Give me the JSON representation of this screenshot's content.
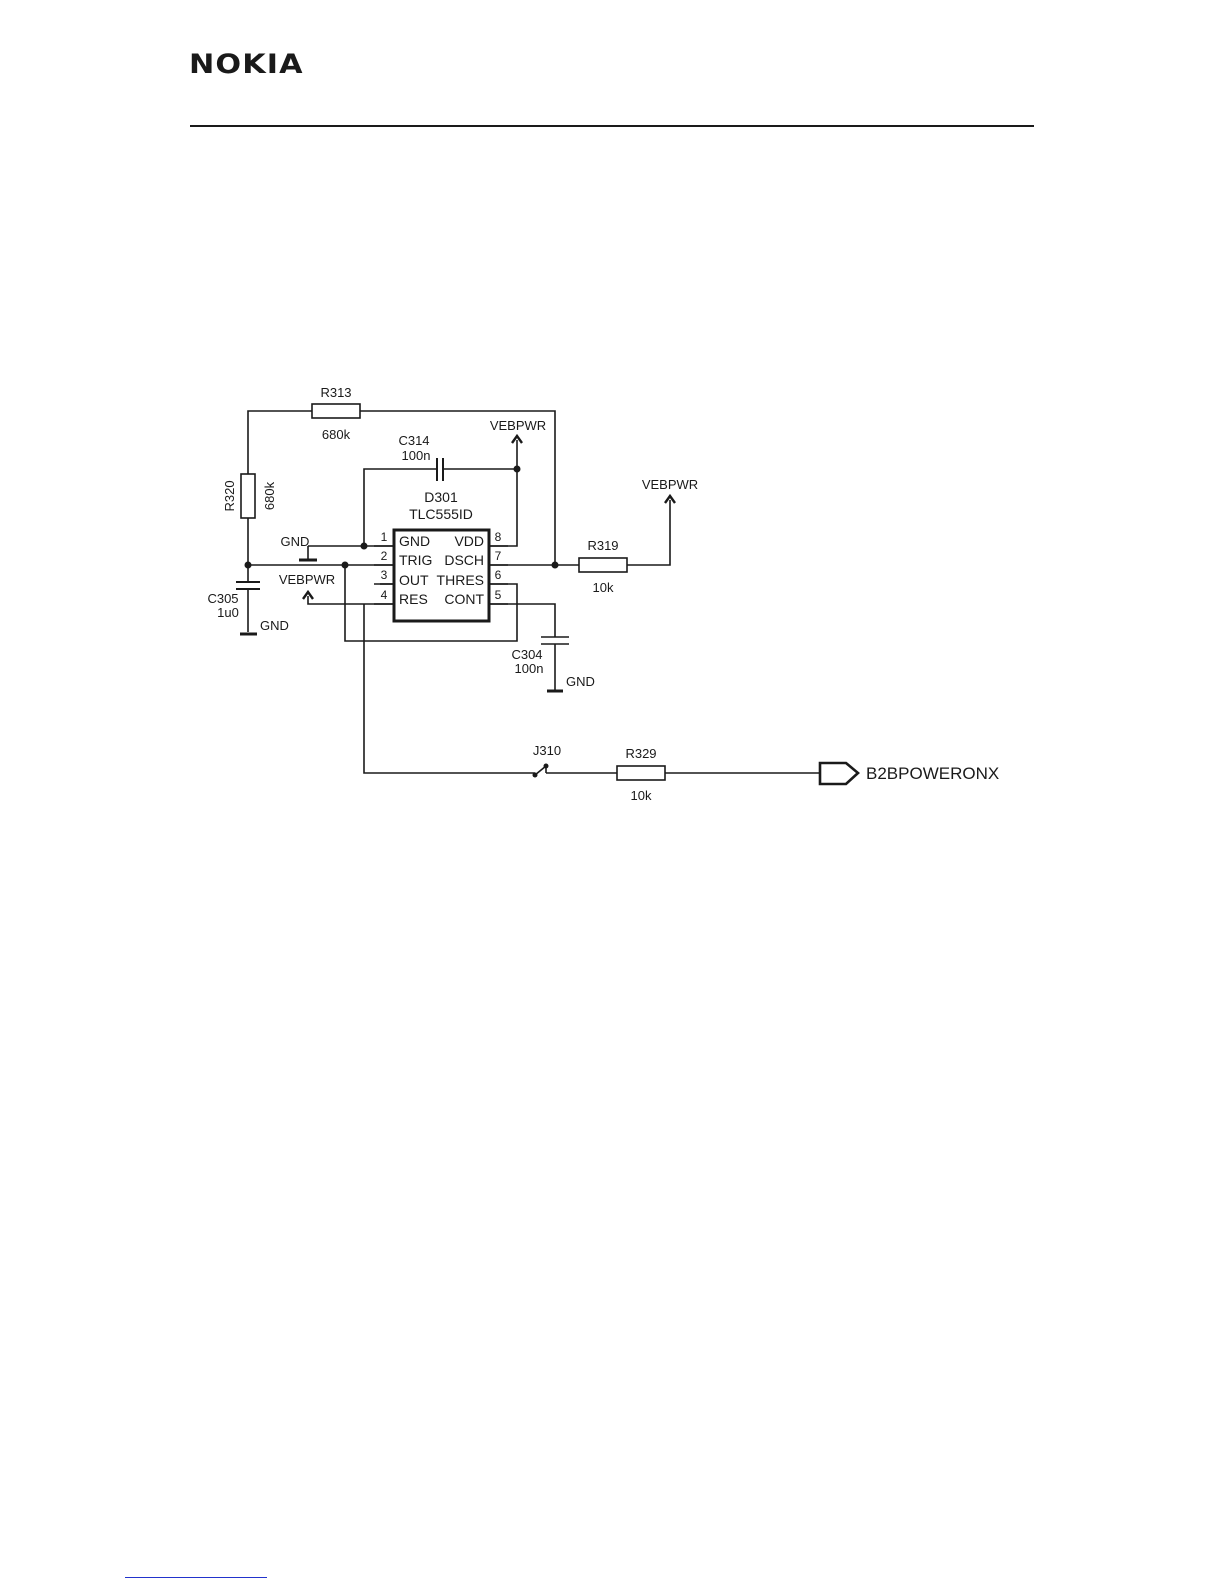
{
  "header": {
    "logo": "NOKIA"
  },
  "schematic": {
    "r313": {
      "ref": "R313",
      "value": "680k"
    },
    "r320": {
      "ref": "R320",
      "value": "680k"
    },
    "c314": {
      "ref": "C314",
      "value": "100n"
    },
    "c305": {
      "ref": "C305",
      "value": "1u0"
    },
    "c304": {
      "ref": "C304",
      "value": "100n"
    },
    "r319": {
      "ref": "R319",
      "value": "10k"
    },
    "r329": {
      "ref": "R329",
      "value": "10k"
    },
    "j310": {
      "ref": "J310"
    },
    "ic": {
      "ref": "D301",
      "part": "TLC555ID",
      "pins": [
        {
          "num": "1",
          "name": "GND"
        },
        {
          "num": "2",
          "name": "TRIG"
        },
        {
          "num": "3",
          "name": "OUT"
        },
        {
          "num": "4",
          "name": "RES"
        },
        {
          "num": "8",
          "name": "VDD"
        },
        {
          "num": "7",
          "name": "DSCH"
        },
        {
          "num": "6",
          "name": "THRES"
        },
        {
          "num": "5",
          "name": "CONT"
        }
      ]
    },
    "nets": {
      "vebpwr_top": "VEBPWR",
      "vebpwr_right": "VEBPWR",
      "vebpwr_left": "VEBPWR",
      "gnd_pin1": "GND",
      "gnd_c305": "GND",
      "gnd_c304": "GND",
      "output": "B2BPOWERONX"
    }
  }
}
